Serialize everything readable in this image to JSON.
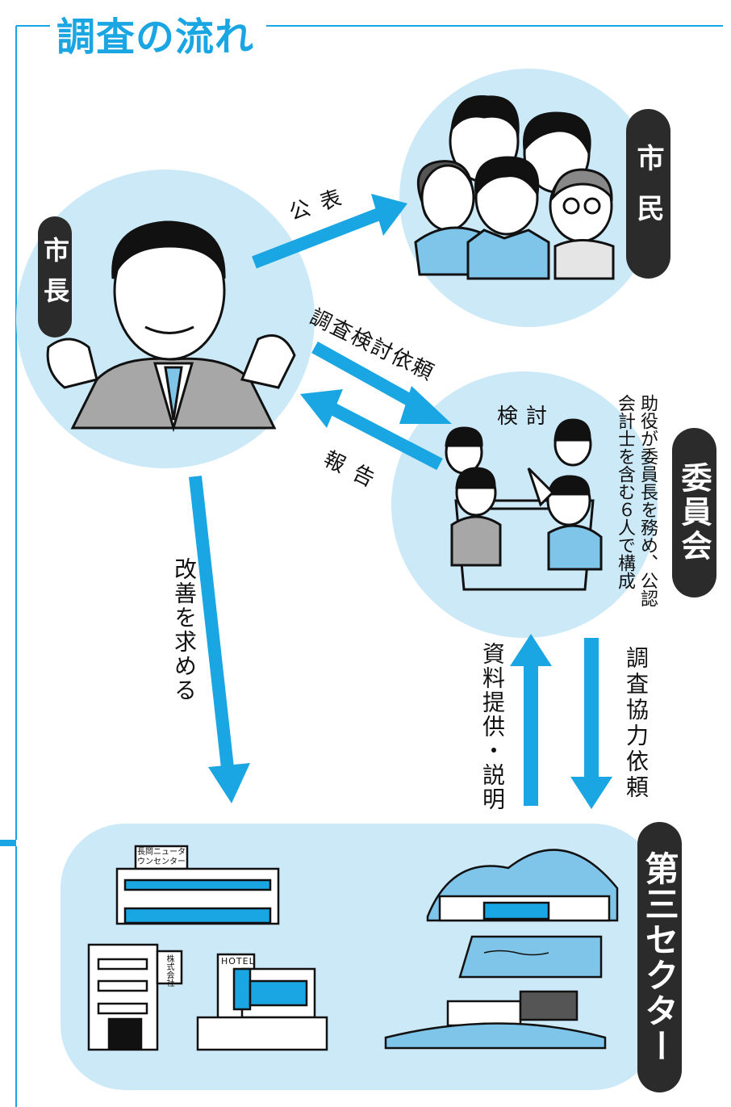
{
  "title": "調査の流れ",
  "colors": {
    "accent": "#1aa6e2",
    "circle_fill": "#cce9f8",
    "pill": "#2b2b2b",
    "arrow": "#1aa6e2"
  },
  "nodes": {
    "mayor": "市長",
    "citizens": "市民",
    "committee": "委員会",
    "third_sector": "第三セクター"
  },
  "committee_note": "助役が委員長を務め、公認会計士を含む６人で構成",
  "committee_caption": "検討",
  "arrows": {
    "publish": "公表",
    "request_review": "調査検討依頼",
    "report": "報告",
    "demand_improvement": "改善を求める",
    "provide_materials": "資料提供・説明",
    "request_cooperation": "調査協力依頼"
  },
  "building_signs": {
    "newtown_center": "長岡ニュータウンセンター",
    "company": "株式会社",
    "hotel": "HOTEL"
  }
}
